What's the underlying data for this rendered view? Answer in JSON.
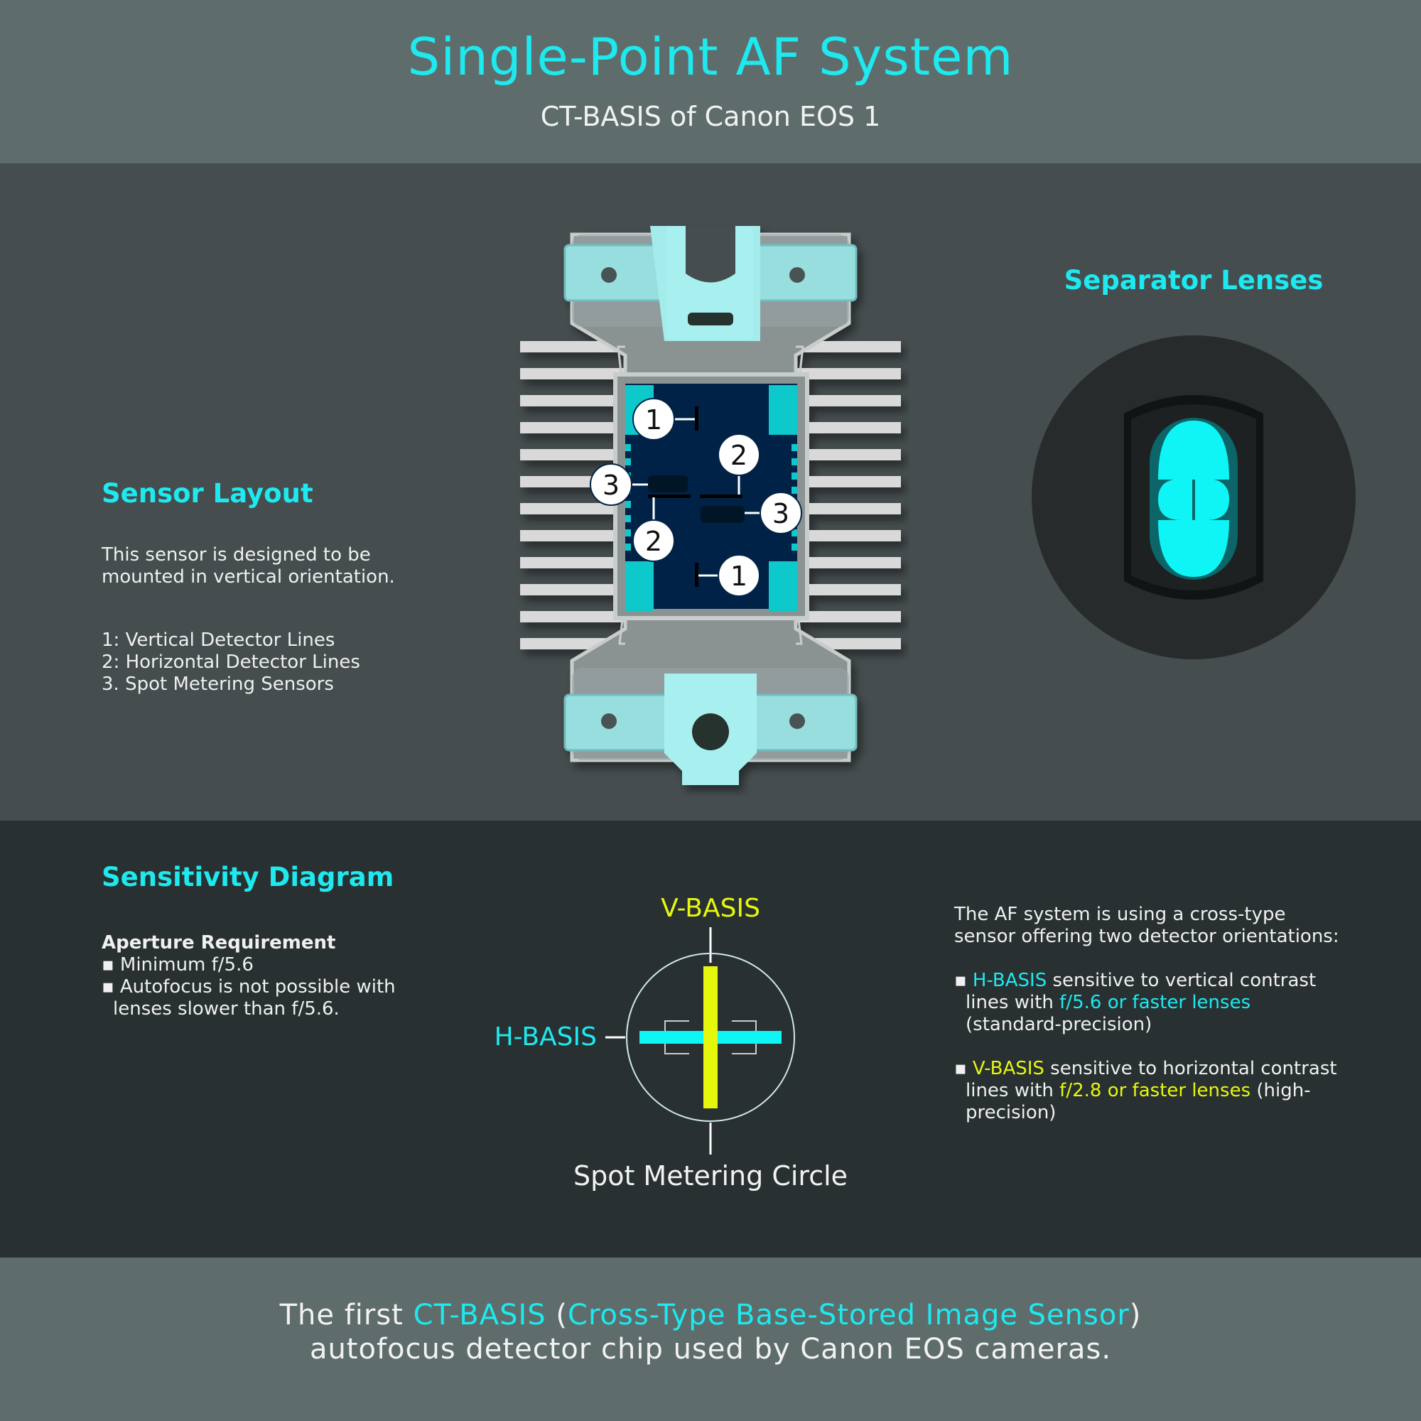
{
  "header": {
    "title": "Single-Point AF System",
    "subtitle": "CT-BASIS of Canon EOS 1"
  },
  "sensor_layout": {
    "title": "Sensor Layout",
    "description": "This sensor is designed to be mounted in vertical orientation.",
    "legend": [
      "1: Vertical Detector Lines",
      "2: Horizontal Detector Lines",
      "3. Spot Metering Sensors"
    ],
    "markers": [
      "1",
      "2",
      "3",
      "2",
      "3",
      "1"
    ]
  },
  "separator": {
    "title": "Separator Lenses"
  },
  "sensitivity": {
    "title": "Sensitivity Diagram",
    "aperture_heading": "Aperture Requirement",
    "aperture_items": [
      "▪ Minimum f/5.6",
      "▪ Autofocus is not possible with lenses slower than f/5.6."
    ],
    "v_label": "V-BASIS",
    "h_label": "H-BASIS",
    "circle_label": "Spot Metering Circle"
  },
  "cross_type": {
    "intro": "The AF system is using a cross-type sensor offering two detector orientations:",
    "h_bullet": "▪ ",
    "h_name": "H-BASIS",
    "h_text1": " sensitive to vertical contrast lines with ",
    "h_lens": "f/5.6 or faster lenses",
    "h_text2": " (standard-precision)",
    "v_bullet": "▪ ",
    "v_name": "V-BASIS",
    "v_text1": " sensitive to horizontal contrast lines with ",
    "v_lens": "f/2.8 or faster lenses",
    "v_text2": " (high-precision)"
  },
  "footer": {
    "pre": "The first ",
    "ct": "CT-BASIS",
    "paren_open": " (",
    "expansion": "Cross-Type Base-Stored Image Sensor",
    "paren_close": ")",
    "line2": "autofocus detector chip used by Canon EOS cameras."
  },
  "colors": {
    "accent_cyan": "#1de9ef",
    "accent_yellow": "#e6f70e",
    "chip_blue": "#032447",
    "header_bg": "#5e6d6c"
  }
}
